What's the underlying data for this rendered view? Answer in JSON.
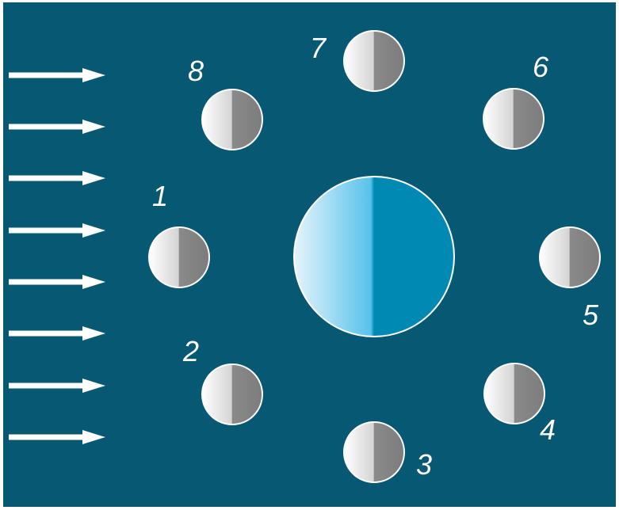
{
  "colors": {
    "background": "#075873",
    "sunlight_arrows": "#ffffff",
    "moon_lit": "#efefef",
    "moon_dark": "#8a8a8a",
    "earth_lit_left": "#e6f4fc",
    "earth_lit_right": "#58c2ea",
    "earth_dark": "#008ab3",
    "label_text": "#ffffff"
  },
  "diagram": {
    "sunlight_arrow_count": 8,
    "moon_positions": [
      {
        "label": "1"
      },
      {
        "label": "2"
      },
      {
        "label": "3"
      },
      {
        "label": "4"
      },
      {
        "label": "5"
      },
      {
        "label": "6"
      },
      {
        "label": "7"
      },
      {
        "label": "8"
      }
    ]
  }
}
